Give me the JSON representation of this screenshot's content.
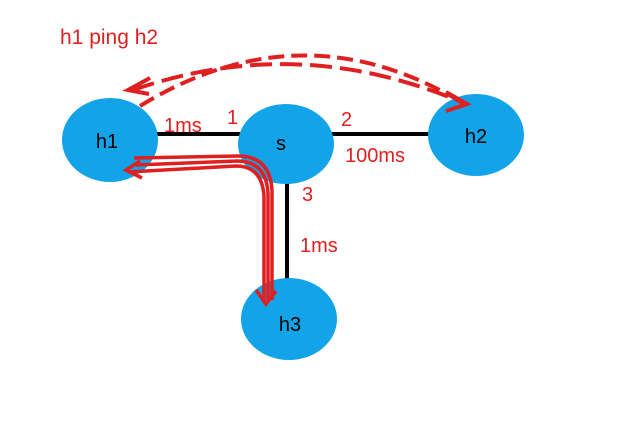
{
  "title": "h1 ping h2",
  "nodes": {
    "h1": {
      "label": "h1"
    },
    "s": {
      "label": "s"
    },
    "h2": {
      "label": "h2"
    },
    "h3": {
      "label": "h3"
    }
  },
  "links": {
    "h1_s": {
      "delay": "1ms",
      "port": "1"
    },
    "s_h2": {
      "delay": "100ms",
      "port": "2"
    },
    "s_h3": {
      "delay": "1ms",
      "port": "3"
    }
  },
  "colors": {
    "node_fill": "#12a3e8",
    "link": "#000000",
    "annotation": "#e02020",
    "background": "#ffffff"
  }
}
